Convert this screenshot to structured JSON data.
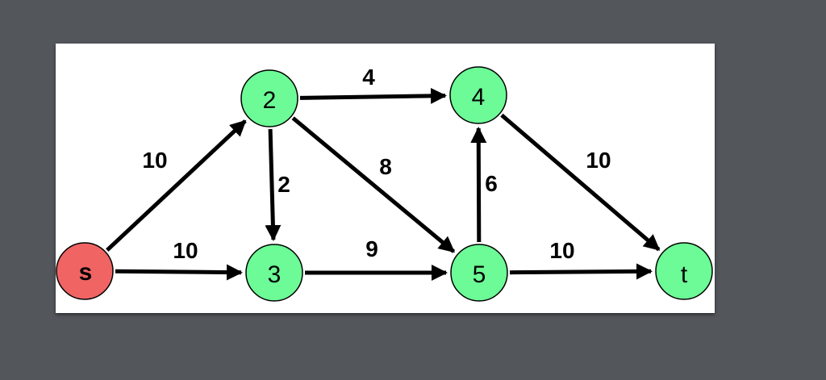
{
  "diagram": {
    "type": "directed-graph",
    "colors": {
      "source_fill": "#f06464",
      "node_fill": "#6cfb96",
      "edge": "#000000",
      "panel": "#ffffff",
      "background": "#53575b"
    },
    "nodes": [
      {
        "id": "s",
        "label": "s",
        "role": "source"
      },
      {
        "id": "2",
        "label": "2",
        "role": "node"
      },
      {
        "id": "3",
        "label": "3",
        "role": "node"
      },
      {
        "id": "4",
        "label": "4",
        "role": "node"
      },
      {
        "id": "5",
        "label": "5",
        "role": "node"
      },
      {
        "id": "t",
        "label": "t",
        "role": "node"
      }
    ],
    "edges": [
      {
        "from": "s",
        "to": "2",
        "capacity": "10"
      },
      {
        "from": "s",
        "to": "3",
        "capacity": "10"
      },
      {
        "from": "2",
        "to": "3",
        "capacity": "2"
      },
      {
        "from": "2",
        "to": "4",
        "capacity": "4"
      },
      {
        "from": "2",
        "to": "5",
        "capacity": "8"
      },
      {
        "from": "3",
        "to": "5",
        "capacity": "9"
      },
      {
        "from": "5",
        "to": "4",
        "capacity": "6"
      },
      {
        "from": "4",
        "to": "t",
        "capacity": "10"
      },
      {
        "from": "5",
        "to": "t",
        "capacity": "10"
      }
    ]
  }
}
